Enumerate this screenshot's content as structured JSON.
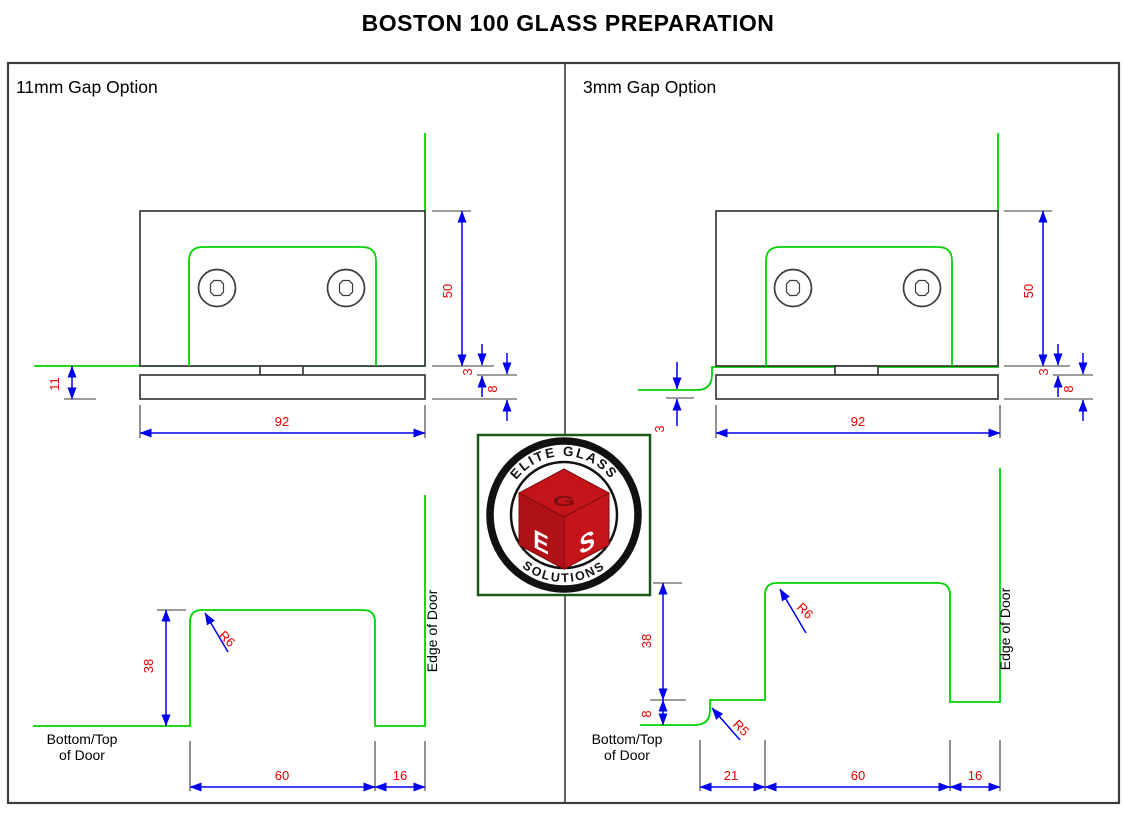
{
  "title": "BOSTON 100 GLASS PREPARATION",
  "colors": {
    "glass_line_green": "#00d400",
    "dimension_line_blue": "#0000ee",
    "dimension_text_red": "#e60000",
    "drawing_line_black": "#3a3a3a",
    "logo_border_green": "#1c5a1c",
    "logo_cube_red": "#c51419"
  },
  "panels": {
    "left": {
      "label": "11mm Gap Option",
      "top_view": {
        "side_gap": "11",
        "height": "50",
        "glass_gap": "3",
        "plate_thickness": "8",
        "width": "92"
      },
      "bottom_view": {
        "cut_depth": "38",
        "corner_radius": "R6",
        "cut_width": "60",
        "edge_offset": "16",
        "door_label_line1": "Bottom/Top",
        "door_label_line2": "of Door",
        "edge_label": "Edge of Door"
      }
    },
    "right": {
      "label": "3mm Gap Option",
      "top_view": {
        "side_gap": "3",
        "height": "50",
        "glass_gap": "3",
        "plate_thickness": "8",
        "width": "92"
      },
      "bottom_view": {
        "cut_depth": "38",
        "step_height": "8",
        "corner_radius": "R6",
        "step_radius": "R5",
        "step_width": "21",
        "cut_width": "60",
        "edge_offset": "16",
        "door_label_line1": "Bottom/Top",
        "door_label_line2": "of Door",
        "edge_label": "Edge of Door"
      }
    }
  },
  "logo": {
    "arc_top": "ELITE GLASS",
    "arc_bottom": "SOLUTIONS",
    "cube_top_letter": "G",
    "cube_left_letter": "E",
    "cube_right_letter": "S"
  }
}
